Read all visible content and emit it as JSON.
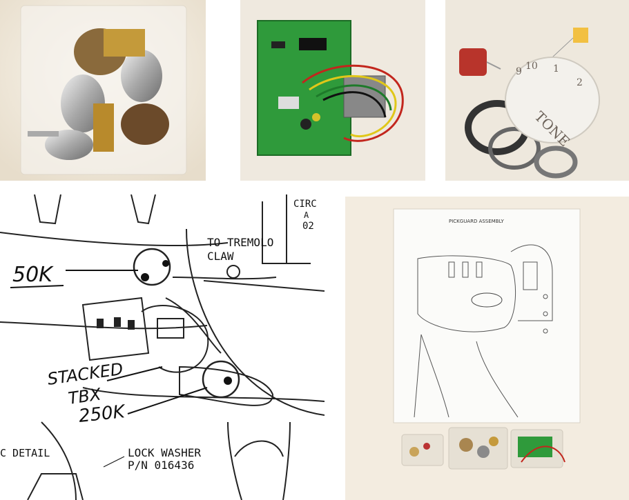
{
  "photos": {
    "knob_label": "TONE",
    "knob_numbers": [
      "9",
      "10",
      "1",
      "2"
    ]
  },
  "diagram": {
    "tremolo_label_line1": "TO TREMOLO",
    "tremolo_label_line2": "CLAW",
    "circ_label": "CIRC",
    "circ_sub1": "A",
    "circ_sub2": "02",
    "pot_50k": "50K",
    "stacked_line1": "STACKED",
    "stacked_line2": "TBX",
    "pot_250k": "250K",
    "detail_label": "C DETAIL",
    "lock_washer_line1": "LOCK WASHER",
    "lock_washer_line2": "P/N 016436"
  },
  "sheet": {
    "title": "PICKGUARD ASSEMBLY"
  }
}
